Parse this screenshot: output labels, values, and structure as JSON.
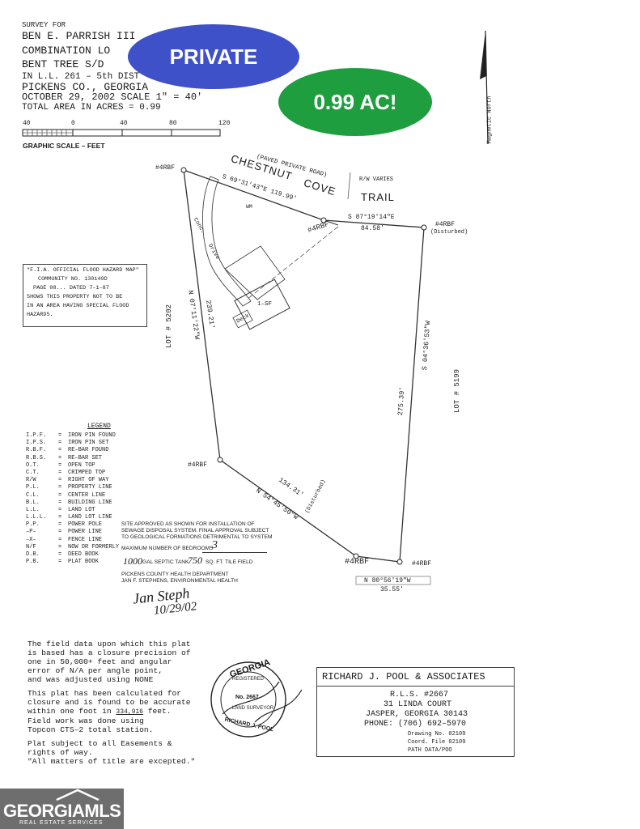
{
  "header": {
    "survey_for": "SURVEY FOR",
    "line1": "BEN E. PARRISH III",
    "line2": "COMBINATION LO",
    "line3": "BENT TREE S/D",
    "line4": "IN L.L. 261 – 5th DIST",
    "line5": "PICKENS CO., GEORGIA",
    "line6": "OCTOBER 29, 2002   SCALE 1\" = 40'",
    "line7": "TOTAL AREA IN ACRES = 0.99"
  },
  "badges": {
    "private": "PRIVATE",
    "acres": "0.99 AC!"
  },
  "graphic_scale": {
    "ticks": [
      "40",
      "0",
      "40",
      "80",
      "120"
    ],
    "label": "GRAPHIC SCALE – FEET"
  },
  "magnetic_north": "Magnetic North",
  "road": {
    "paved": "(PAVED PRIVATE ROAD)",
    "chestnut": "CHESTNUT",
    "cove": "COVE",
    "trail": "TRAIL",
    "rw": "R/W  VARIES"
  },
  "survey_labels": {
    "pin_nw": "#4RBF",
    "pin_road": "#4RBF",
    "pin_ne": "#4RBF",
    "pin_ne_note": "(Disturbed)",
    "pin_w": "#4RBF",
    "pin_s": "#4RBF",
    "pin_diag": "#4RBF",
    "pin_diag_note": "(Disturbed)",
    "bearing_top1": "S 69°31'43\"E  119.99'",
    "bearing_top2": "S 87°19'14\"E",
    "dist_top2": "84.58'",
    "bearing_west": "N 07°11'22\"W",
    "dist_west": "239.21'",
    "bearing_east": "S 04°36'53\"W",
    "dist_east": "275.39'",
    "bearing_sw": "N 54°45'50\"W",
    "dist_sw": "134.31'",
    "bearing_s": "N 80°56'19\"W",
    "dist_s": "35.55'",
    "lot_west": "LOT # 5202",
    "lot_east": "LOT # 5199",
    "conc_drive_1": "Conc.",
    "conc_drive_2": "Drive",
    "house": "1–SF",
    "deck": "Deck",
    "wm": "WM"
  },
  "flood_note": {
    "lines": [
      "\"F.I.A. OFFICIAL FLOOD HAZARD MAP\"",
      "COMMUNITY NO. 130149D",
      "PAGE 08... DATED 7–1–87",
      "SHOWS THIS PROPERTY NOT TO BE",
      "IN AN AREA HAVING SPECIAL FLOOD",
      "HAZARDS."
    ]
  },
  "legend": {
    "title": "LEGEND",
    "items": [
      {
        "code": "I.P.F.",
        "desc": "IRON PIN FOUND"
      },
      {
        "code": "I.P.S.",
        "desc": "IRON PIN SET"
      },
      {
        "code": "R.B.F.",
        "desc": "RE–BAR FOUND"
      },
      {
        "code": "R.B.S.",
        "desc": "RE–BAR SET"
      },
      {
        "code": "O.T.",
        "desc": "OPEN TOP"
      },
      {
        "code": "C.T.",
        "desc": "CRIMPED TOP"
      },
      {
        "code": "R/W",
        "desc": "RIGHT OF WAY"
      },
      {
        "code": "P.L.",
        "desc": "PROPERTY LINE"
      },
      {
        "code": "C.L.",
        "desc": "CENTER LINE"
      },
      {
        "code": "B.L.",
        "desc": "BUILDING LINE"
      },
      {
        "code": "L.L.",
        "desc": "LAND LOT"
      },
      {
        "code": "L.L.L.",
        "desc": "LAND LOT LINE"
      },
      {
        "code": "P.P.",
        "desc": "POWER POLE"
      },
      {
        "code": "–P–",
        "desc": "POWER LINE"
      },
      {
        "code": "–X–",
        "desc": "FENCE LINE"
      },
      {
        "code": "N/F",
        "desc": "NOW OR FORMERLY"
      },
      {
        "code": "D.B.",
        "desc": "DEED BOOK"
      },
      {
        "code": "P.B.",
        "desc": "PLAT BOOK"
      }
    ]
  },
  "septic": {
    "line1": "SITE APPROVED AS SHOWN FOR INSTALLATION OF",
    "line2": "SEWAGE DISPOSAL SYSTEM. FINAL APPROVAL SUBJECT",
    "line3": "TO GEOLOGICAL FORMATIONS DETRIMENTAL TO SYSTEM",
    "bedrooms_label": "MAXIMUM NUMBER OF BEDROOMS",
    "bedrooms_value": "3",
    "tank_value": "1000",
    "tank_label": "GAL SEPTIC TANK",
    "field_value": "750",
    "field_label": "SQ. FT. TILE FIELD",
    "dept": "PICKENS COUNTY HEALTH DEPARTMENT",
    "officer": "JAN F. STEPHENS, ENVIRONMENTAL HEALTH",
    "signature": "Jan Steph",
    "date": "10/29/02"
  },
  "notes": {
    "para1": [
      "The field data upon which this plat",
      "is based has a closure precision of",
      "one in 50,000+ feet and angular",
      "error of N/A per angle point,",
      "and was adjusted using NONE"
    ],
    "para2_a": [
      "This plat has been calculated for",
      "closure and is found to be accurate"
    ],
    "para2_within": "within one foot in",
    "para2_feet": "334,916",
    "para2_suffix": "feet.",
    "para2_b": [
      "Field work was done using",
      "Topcon CTS–2 total station."
    ],
    "para3": [
      "Plat subject to all Easements &",
      "rights of way.",
      "\"All matters of title are excepted.\""
    ]
  },
  "seal": {
    "top": "GEORGIA",
    "registered": "REGISTERED",
    "number": "No. 2667",
    "land_surveyor": "LAND SURVEYOR",
    "name": "RICHARD J. POOL"
  },
  "title_block": {
    "firm": "RICHARD J. POOL & ASSOCIATES",
    "rls": "R.L.S. #2667",
    "street": "31 LINDA COURT",
    "city": "JASPER, GEORGIA 30143",
    "phone": "PHONE: (706) 692–5970",
    "drawing": "Drawing No. 02109",
    "coord": "Coord. File 02109",
    "path": "PATH DATA/POO"
  },
  "watermark": {
    "brand": "GEORGIAMLS",
    "tagline": "REAL ESTATE SERVICES"
  },
  "colors": {
    "private_badge": "#3f51c8",
    "acres_badge": "#1e9e3e",
    "watermark_bg": "#6e6e6e"
  }
}
